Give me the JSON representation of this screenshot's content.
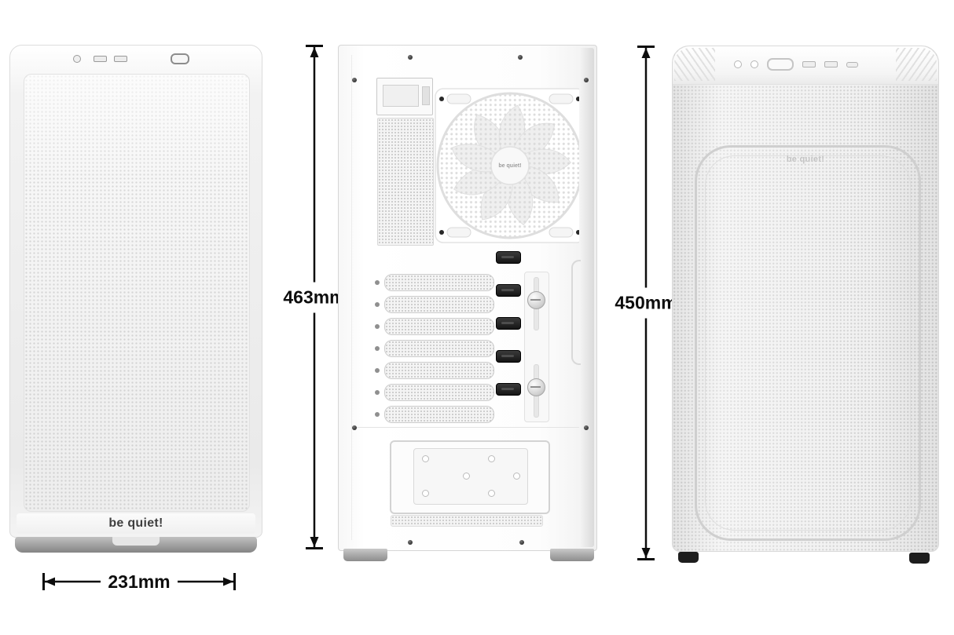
{
  "brand": {
    "logo_text": "be quiet!"
  },
  "dimensions": {
    "side_height": "463mm",
    "rear_height": "450mm",
    "front_width": "231mm"
  },
  "colors": {
    "background": "#ffffff",
    "case_white": "#f4f4f4",
    "mesh_dot": "#d8d8d8",
    "foot_gray": "#8d8d8d",
    "rear_foot_black": "#1d1d1d",
    "grommet_black": "#222222",
    "dimension_line": "#0d0d0d",
    "logo_text_gray": "#3f3f3f"
  }
}
